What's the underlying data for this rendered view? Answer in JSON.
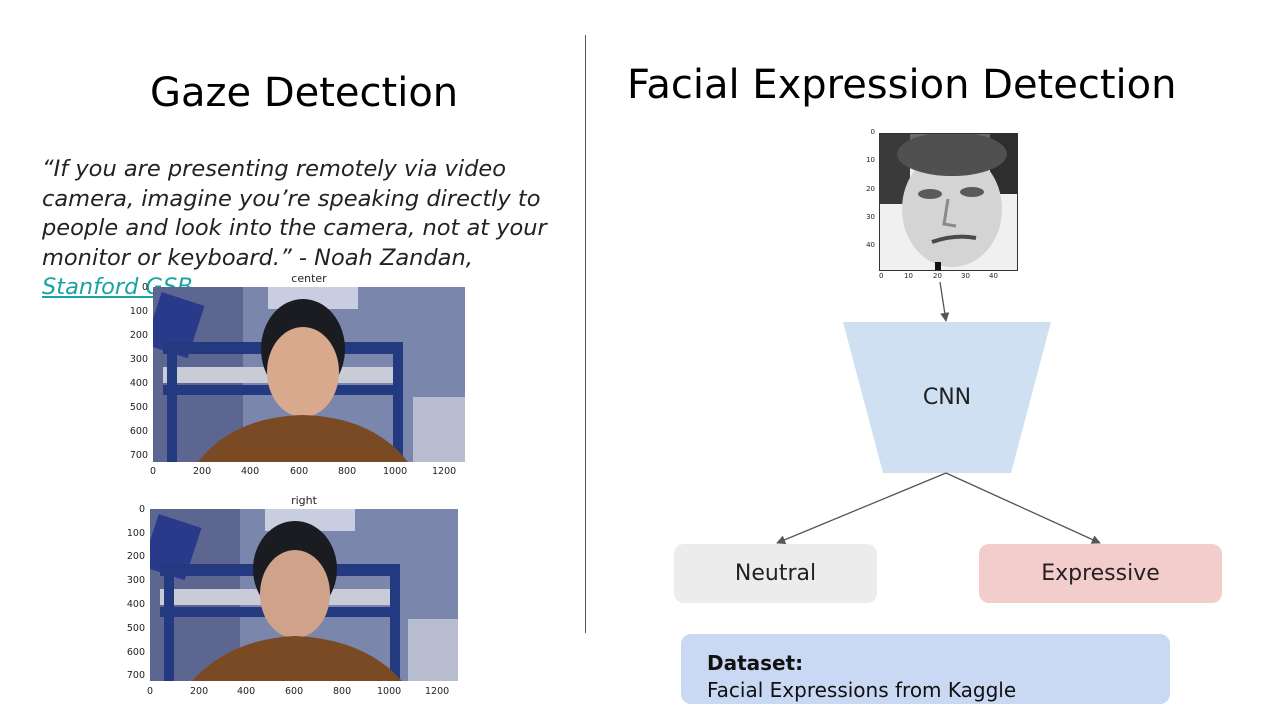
{
  "left": {
    "title": "Gaze Detection",
    "quote_text": "“If you are presenting remotely via video camera, imagine you’re speaking directly to people and look into the camera, not at your monitor or keyboard.” - Noah Zandan, ",
    "quote_link": "Stanford GSB",
    "plots": [
      {
        "title": "center",
        "yticks": [
          "0",
          "100",
          "200",
          "300",
          "400",
          "500",
          "600",
          "700"
        ],
        "xticks": [
          "0",
          "200",
          "400",
          "600",
          "800",
          "1000",
          "1200"
        ]
      },
      {
        "title": "right",
        "yticks": [
          "0",
          "100",
          "200",
          "300",
          "400",
          "500",
          "600",
          "700"
        ],
        "xticks": [
          "0",
          "200",
          "400",
          "600",
          "800",
          "1000",
          "1200"
        ]
      }
    ]
  },
  "right": {
    "title": "Facial Expression Detection",
    "face_plot": {
      "yticks": [
        "0",
        "10",
        "20",
        "30",
        "40"
      ],
      "xticks": [
        "0",
        "10",
        "20",
        "30",
        "40"
      ]
    },
    "cnn_label": "CNN",
    "outputs": {
      "neutral": "Neutral",
      "expressive": "Expressive"
    },
    "dataset": {
      "label": "Dataset:",
      "value": "Facial Expressions from Kaggle"
    }
  },
  "colors": {
    "cnn_fill": "#cfe0f3",
    "neutral_fill": "#ececec",
    "expressive_fill": "#f3cccc",
    "dataset_fill": "#c9d9f4",
    "link": "#1aa3a3"
  }
}
